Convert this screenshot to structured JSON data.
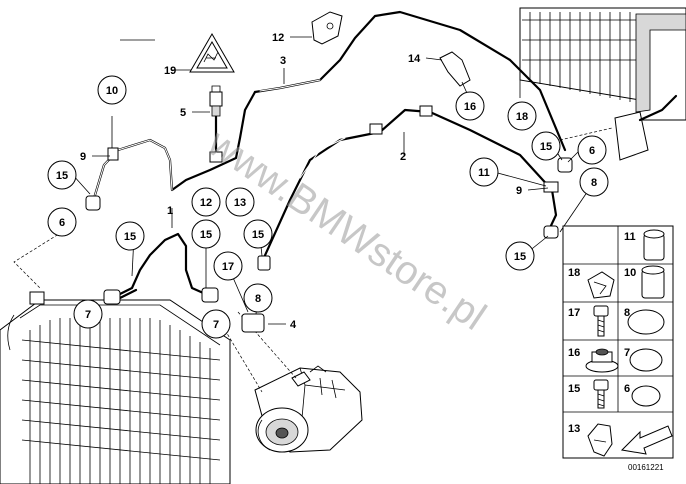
{
  "callouts": {
    "c1": "1",
    "c2": "2",
    "c3": "3",
    "c4": "4",
    "c5": "5",
    "c6a": "6",
    "c6b": "6",
    "c7a": "7",
    "c7b": "7",
    "c8a": "8",
    "c8b": "8",
    "c9a": "9",
    "c9b": "9",
    "c10": "10",
    "c11": "11",
    "c12a": "12",
    "c12b": "12",
    "c13": "13",
    "c14": "14",
    "c15a": "15",
    "c15b": "15",
    "c15c": "15",
    "c15d": "15",
    "c15e": "15",
    "c15f": "15",
    "c16": "16",
    "c17": "17",
    "c18": "18",
    "c19": "19"
  },
  "legend": {
    "l11": "11",
    "l10": "10",
    "l18": "18",
    "l17": "17",
    "l8": "8",
    "l16": "16",
    "l7": "7",
    "l15": "15",
    "l6": "6",
    "l13": "13"
  },
  "watermark": "www.BMWstore.pl",
  "doc_number": "00161221"
}
